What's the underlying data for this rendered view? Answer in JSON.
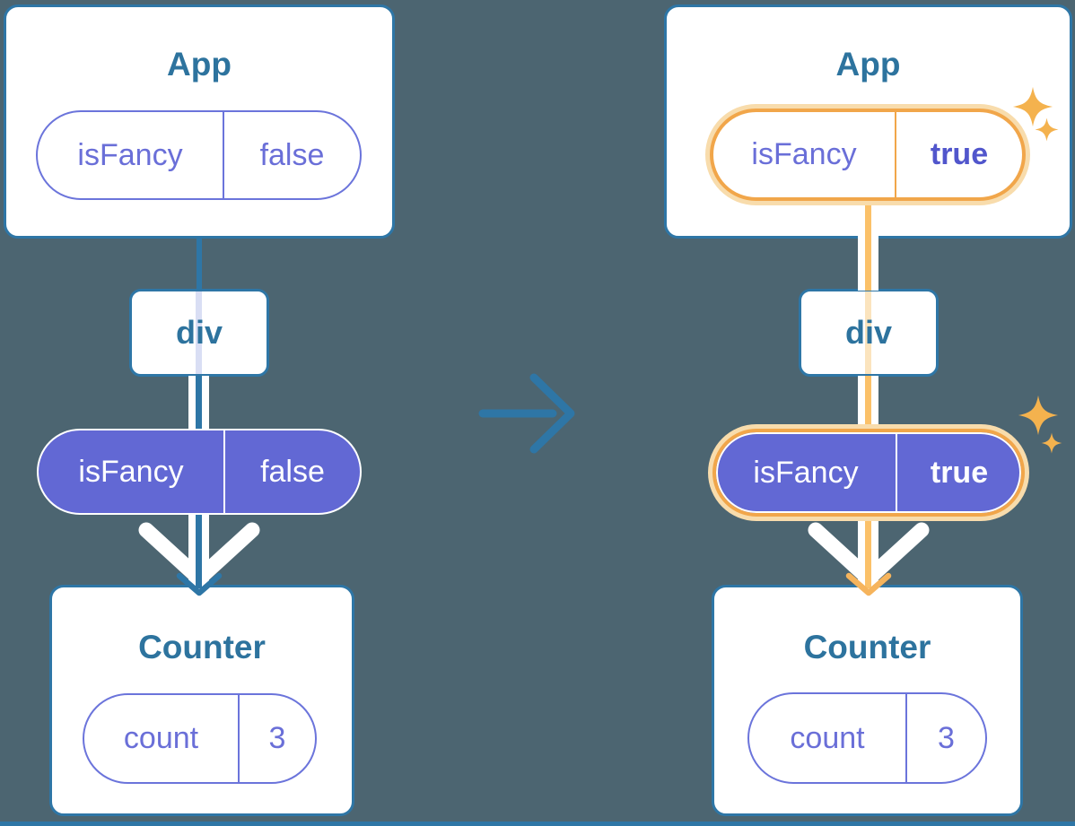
{
  "left": {
    "app_card": {
      "title": "App",
      "state_pill": {
        "name": "isFancy",
        "value": "false"
      }
    },
    "div_node": {
      "label": "div"
    },
    "prop_pill": {
      "name": "isFancy",
      "value": "false"
    },
    "counter_card": {
      "title": "Counter",
      "state_pill": {
        "name": "count",
        "value": "3"
      }
    }
  },
  "right": {
    "app_card": {
      "title": "App",
      "state_pill": {
        "name": "isFancy",
        "value": "true"
      }
    },
    "div_node": {
      "label": "div"
    },
    "prop_pill": {
      "name": "isFancy",
      "value": "true"
    },
    "counter_card": {
      "title": "Counter",
      "state_pill": {
        "name": "count",
        "value": "3"
      }
    }
  },
  "icons": {
    "transition_arrow": "right-arrow",
    "prop_flow_arrow": "down-chevron",
    "tree_arrowhead": "down-chevron",
    "sparkle": "four-point-star"
  },
  "colors": {
    "background": "#4C6571",
    "card_border_blue": "#2E76A6",
    "title_blue": "#2D739E",
    "pill_purple_fill": "#6268D4",
    "pill_purple_text": "#6A6FD8",
    "pill_purple_border": "#6B74DB",
    "highlight_orange": "#F1A64A",
    "highlight_orange_line": "#FBC169",
    "highlight_halo": "#F8DCAC",
    "thread_lavender": "#D9DEF4",
    "thread_cream": "#FBE4BE",
    "sparkle_orange": "#F4B24E",
    "white": "#FFFFFF"
  }
}
